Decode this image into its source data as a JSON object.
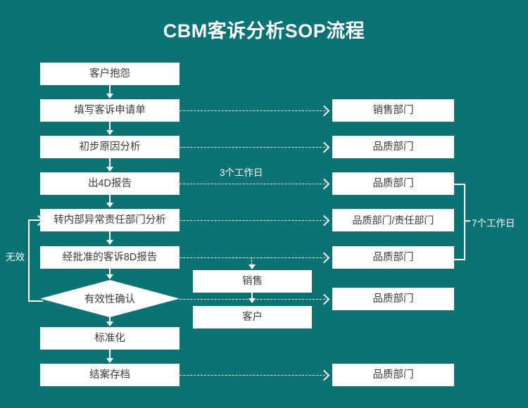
{
  "chart_data": {
    "type": "diagram",
    "title": "CBM客诉分析SOP流程",
    "background_color": "#0C7375",
    "node_fill": "#FFFFFF",
    "node_text_color": "#3A3A3A",
    "line_color": "#FFFFFF",
    "process_steps": [
      "客户抱怨",
      "填写客诉申请单",
      "初步原因分析",
      "出4D报告",
      "转内部异常责任部门分析",
      "经批准的客诉8D报告",
      "有效性确认",
      "标准化",
      "结案存档"
    ],
    "responsible_departments": [
      "销售部门",
      "品质部门",
      "品质部门",
      "品质部门/责任部门",
      "品质部门",
      "品质部门",
      "品质部门"
    ],
    "recipients": [
      "销售",
      "客户"
    ],
    "annotations": [
      "3个工作日",
      "7个工作日",
      "无效"
    ]
  },
  "title": "CBM客诉分析SOP流程",
  "flow": {
    "steps": [
      {
        "id": "step-customer-complaint",
        "label": "客户抱怨"
      },
      {
        "id": "step-fill-complaint-form",
        "label": "填写客诉申请单"
      },
      {
        "id": "step-preliminary-cause-analysis",
        "label": "初步原因分析"
      },
      {
        "id": "step-issue-4d-report",
        "label": "出4D报告"
      },
      {
        "id": "step-internal-department-analysis",
        "label": "转内部异常责任部门分析"
      },
      {
        "id": "step-approved-8d-report",
        "label": "经批准的客诉8D报告"
      },
      {
        "id": "step-standardization",
        "label": "标准化"
      },
      {
        "id": "step-case-closure-archive",
        "label": "结案存档"
      }
    ],
    "decision": {
      "id": "decision-effectiveness-confirmation",
      "label": "有效性确认"
    }
  },
  "departments": [
    {
      "id": "dept-sales",
      "label": "销售部门"
    },
    {
      "id": "dept-quality-1",
      "label": "品质部门"
    },
    {
      "id": "dept-quality-2",
      "label": "品质部门"
    },
    {
      "id": "dept-quality-responsible",
      "label": "品质部门/责任部门"
    },
    {
      "id": "dept-quality-3",
      "label": "品质部门"
    },
    {
      "id": "dept-quality-4",
      "label": "品质部门"
    },
    {
      "id": "dept-quality-5",
      "label": "品质部门"
    }
  ],
  "recipients": [
    {
      "id": "recipient-sales",
      "label": "销售"
    },
    {
      "id": "recipient-customer",
      "label": "客户"
    }
  ],
  "annotations": {
    "three_working_days": "3个工作日",
    "seven_working_days": "7个工作日",
    "invalid_loop": "无效"
  }
}
